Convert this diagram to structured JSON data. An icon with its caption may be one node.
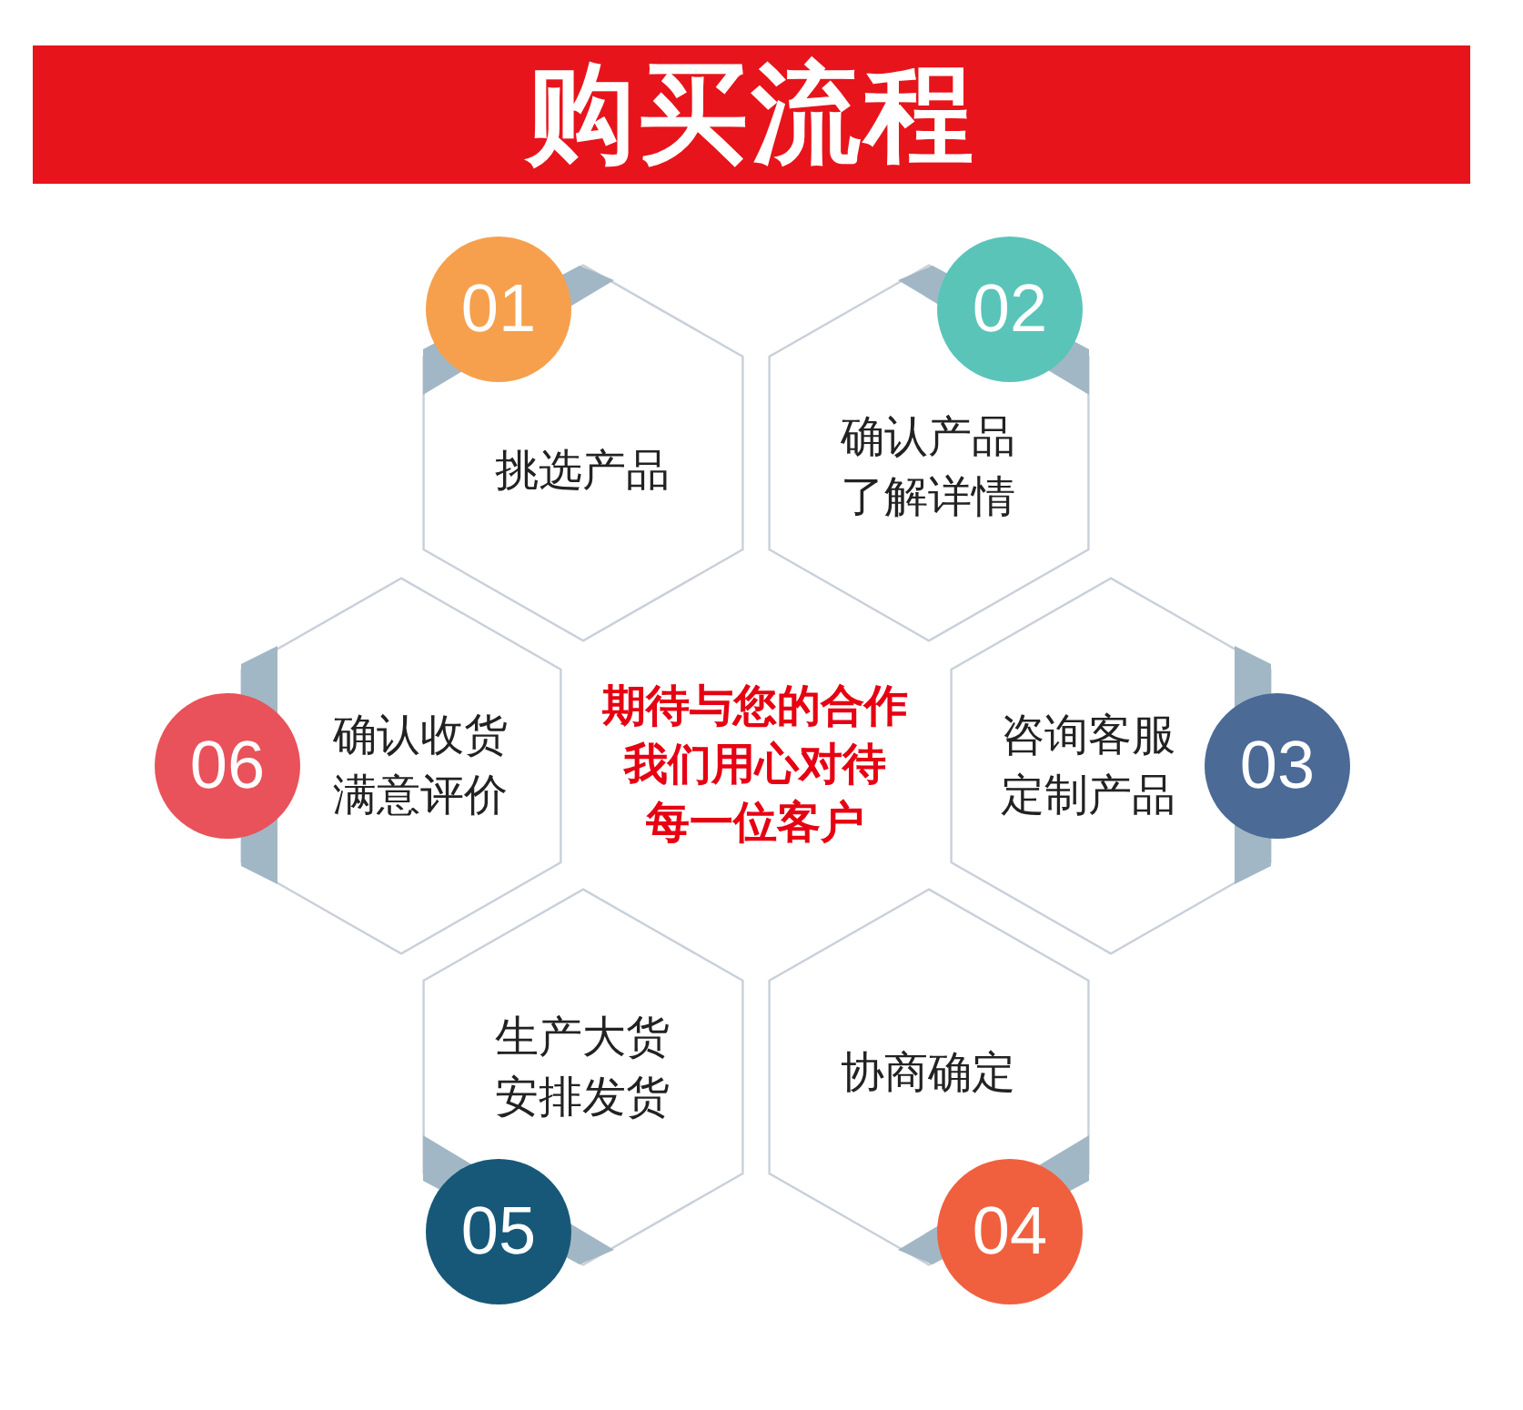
{
  "diagram": {
    "title": "购买流程",
    "nodes": [
      {
        "text": [
          "01"
        ]
      },
      {
        "text": [
          "挑选产品"
        ]
      },
      {
        "text": [
          "02"
        ]
      },
      {
        "text": [
          "确认产品了解详情"
        ]
      },
      {
        "text": [
          "06"
        ]
      },
      {
        "text": [
          "确认收货满意评价"
        ]
      },
      {
        "text": [
          "咨询客服定制产品"
        ]
      },
      {
        "text": [
          "03"
        ]
      },
      {
        "text": [
          "生产大货安排发货"
        ]
      },
      {
        "text": [
          "05"
        ]
      },
      {
        "text": [
          "协商确定"
        ]
      },
      {
        "text": [
          "04"
        ]
      }
    ],
    "labels": [
      "期待与您的合作我们用心对待每一位客户"
    ]
  }
}
